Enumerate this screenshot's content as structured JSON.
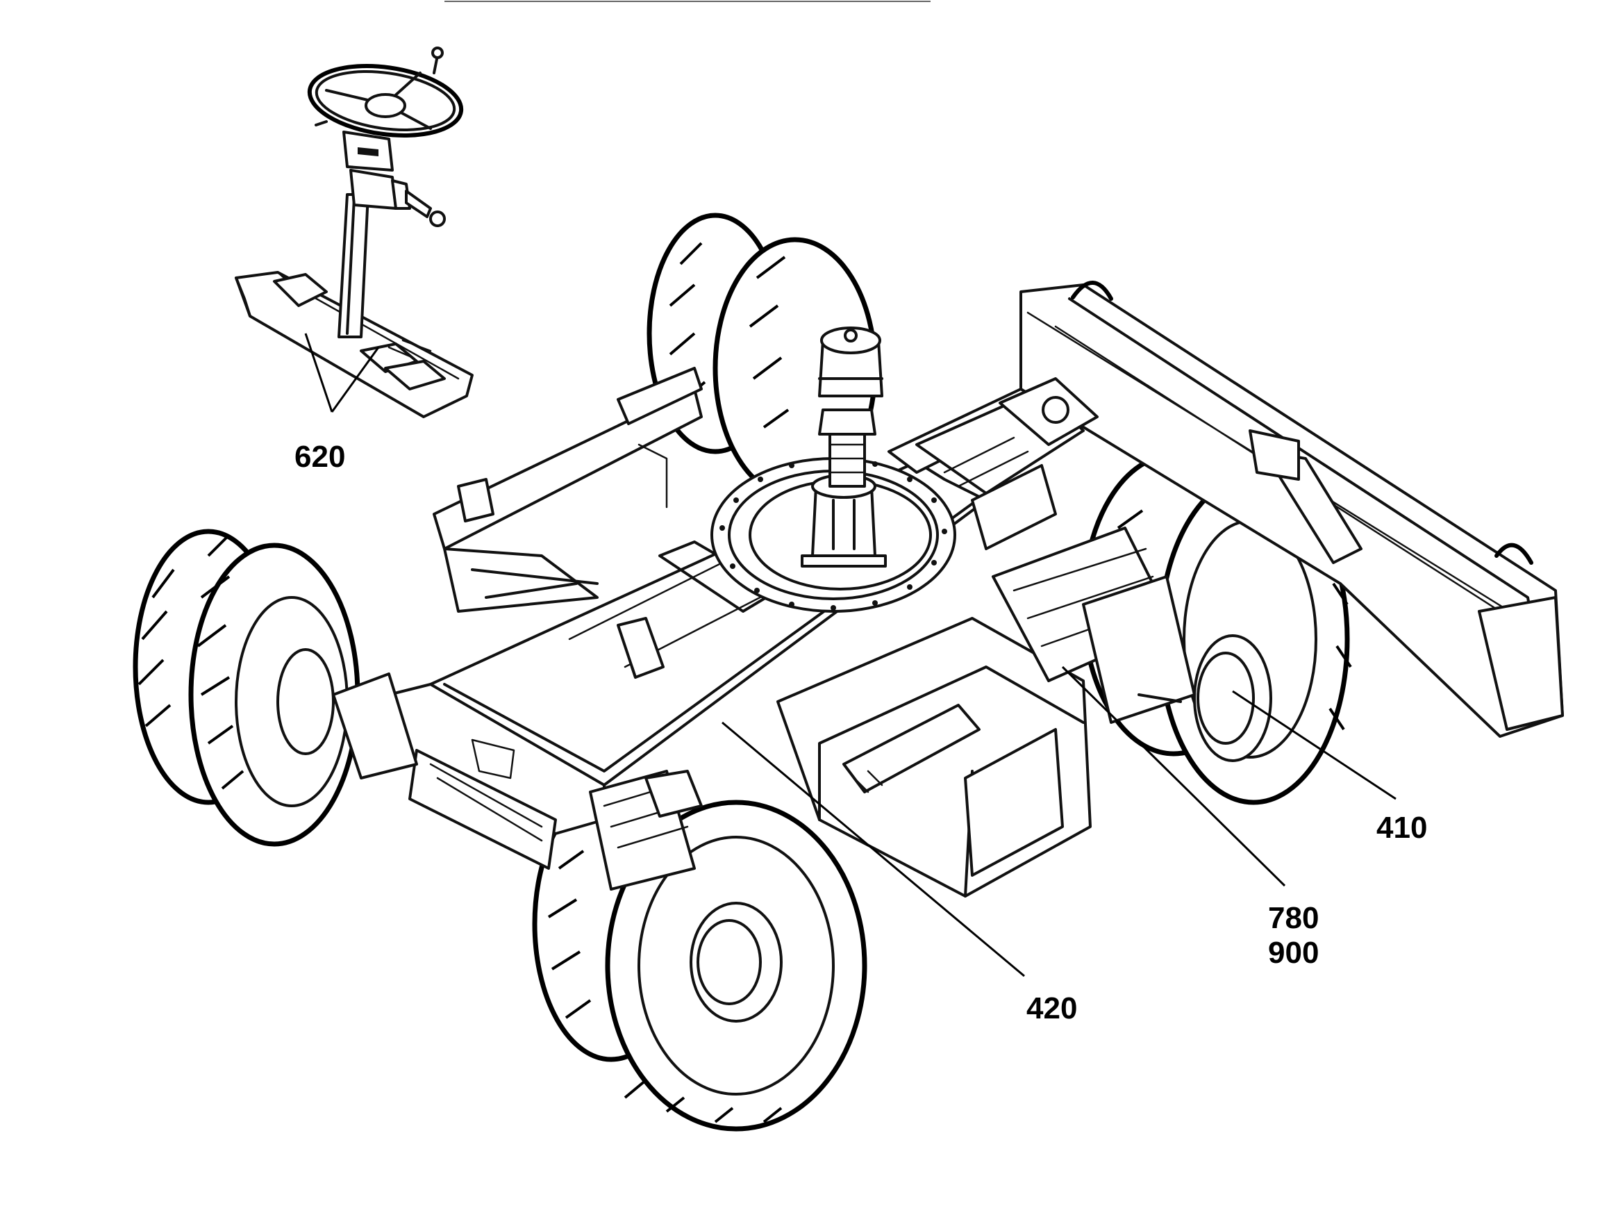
{
  "callouts": [
    {
      "id": "c620",
      "label": "620"
    },
    {
      "id": "c410",
      "label": "410"
    },
    {
      "id": "c780",
      "label": "780"
    },
    {
      "id": "c900",
      "label": "900"
    },
    {
      "id": "c420",
      "label": "420"
    }
  ],
  "colors": {
    "ink": "#000000",
    "paper": "#ffffff"
  }
}
